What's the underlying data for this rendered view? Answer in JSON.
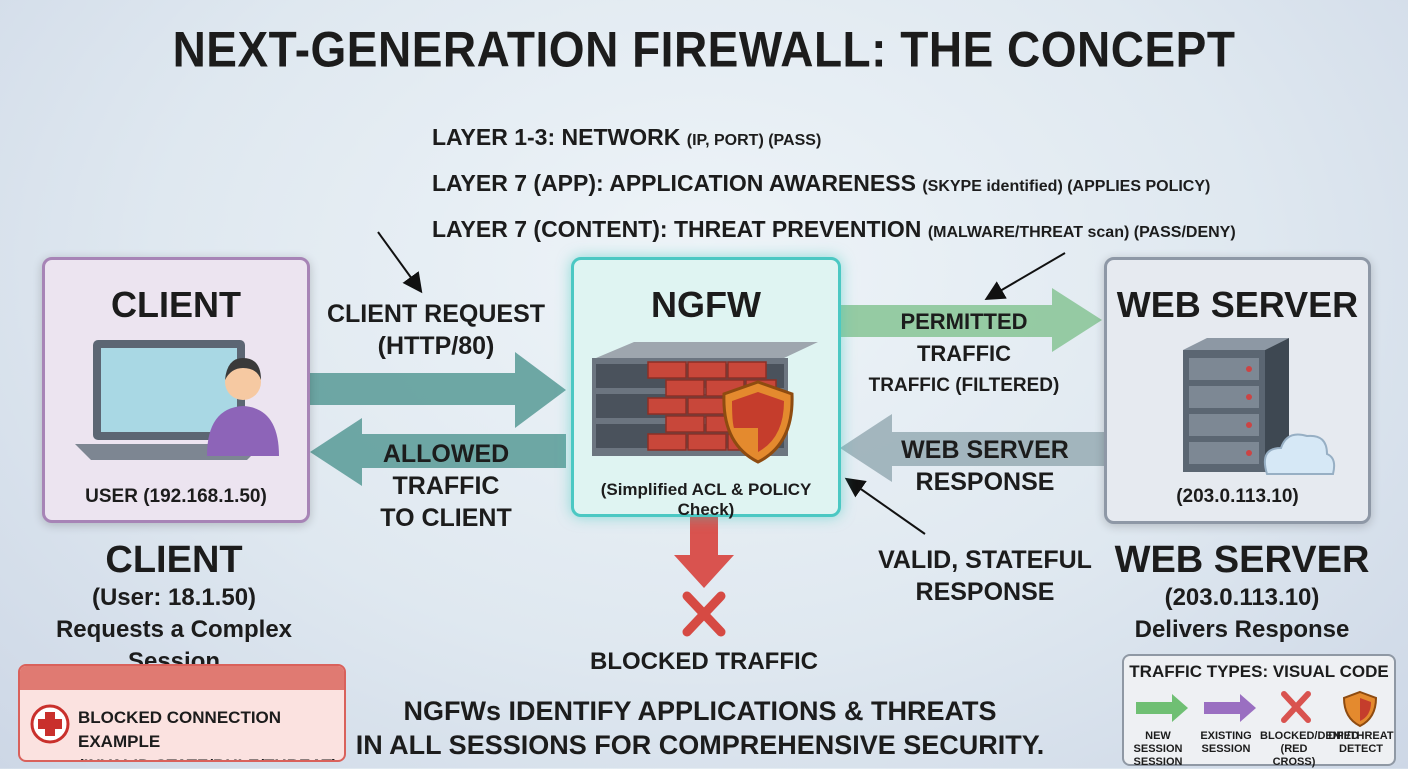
{
  "title": "NEXT-GENERATION FIREWALL: THE CONCEPT",
  "layers": [
    {
      "main": "LAYER 1-3: NETWORK",
      "detail": "(IP, PORT) (PASS)"
    },
    {
      "main": "LAYER 7 (APP): APPLICATION AWARENESS",
      "detail": "(SKYPE identified) (APPLIES POLICY)"
    },
    {
      "main": "LAYER 7 (CONTENT): THREAT PREVENTION",
      "detail": "(MALWARE/THREAT scan) (PASS/DENY)"
    }
  ],
  "client": {
    "title": "CLIENT",
    "box_label": "USER (192.168.1.50)",
    "under_title": "CLIENT",
    "under_line1": "(User: 18.1.50)",
    "under_line2": "Requests a Complex Session",
    "color": "#a784b6"
  },
  "ngfw": {
    "title": "NGFW",
    "box_label": "(Simplified ACL & POLICY Check)",
    "color": "#4bc8c3"
  },
  "server": {
    "title": "WEB SERVER",
    "box_label": "(203.0.113.10)",
    "under_title": "WEB SERVER",
    "under_line1": "(203.0.113.10)",
    "under_line2": "Delivers Response"
  },
  "flows": {
    "client_request": [
      "CLIENT REQUEST",
      "(HTTP/80)"
    ],
    "allowed_traffic": [
      "ALLOWED TRAFFIC",
      "TO CLIENT"
    ],
    "permitted_traffic": [
      "PERMITTED TRAFFIC",
      "TRAFFIC (FILTERED)"
    ],
    "server_response": [
      "WEB SERVER",
      "RESPONSE"
    ],
    "stateful_response": [
      "VALID, STATEFUL",
      "RESPONSE"
    ],
    "blocked": "BLOCKED TRAFFIC"
  },
  "blocked_example": [
    "BLOCKED CONNECTION EXAMPLE",
    "(INVALID STATE/RULE/THREAT)"
  ],
  "footer": [
    "NGFWs IDENTIFY APPLICATIONS & THREATS",
    "IN ALL SESSIONS FOR COMPREHENSIVE SECURITY."
  ],
  "legend": {
    "title": "TRAFFIC TYPES: VISUAL CODE",
    "items": [
      {
        "l1": "NEW SESSION",
        "l2": "SESSION",
        "icon": "green-arrow-icon"
      },
      {
        "l1": "EXISTING",
        "l2": "SESSION",
        "icon": "purple-arrow-icon"
      },
      {
        "l1": "BLOCKED/DENIED",
        "l2": "(RED CROSS)",
        "icon": "red-cross-icon"
      },
      {
        "l1": "DPI/THREAT",
        "l2": "DETECT",
        "icon": "shield-icon"
      }
    ]
  },
  "colors": {
    "teal_arrow": "#5f9f9b",
    "green_arrow": "#8cc79a",
    "gray_arrow": "#97abb4",
    "red": "#d9534f"
  }
}
